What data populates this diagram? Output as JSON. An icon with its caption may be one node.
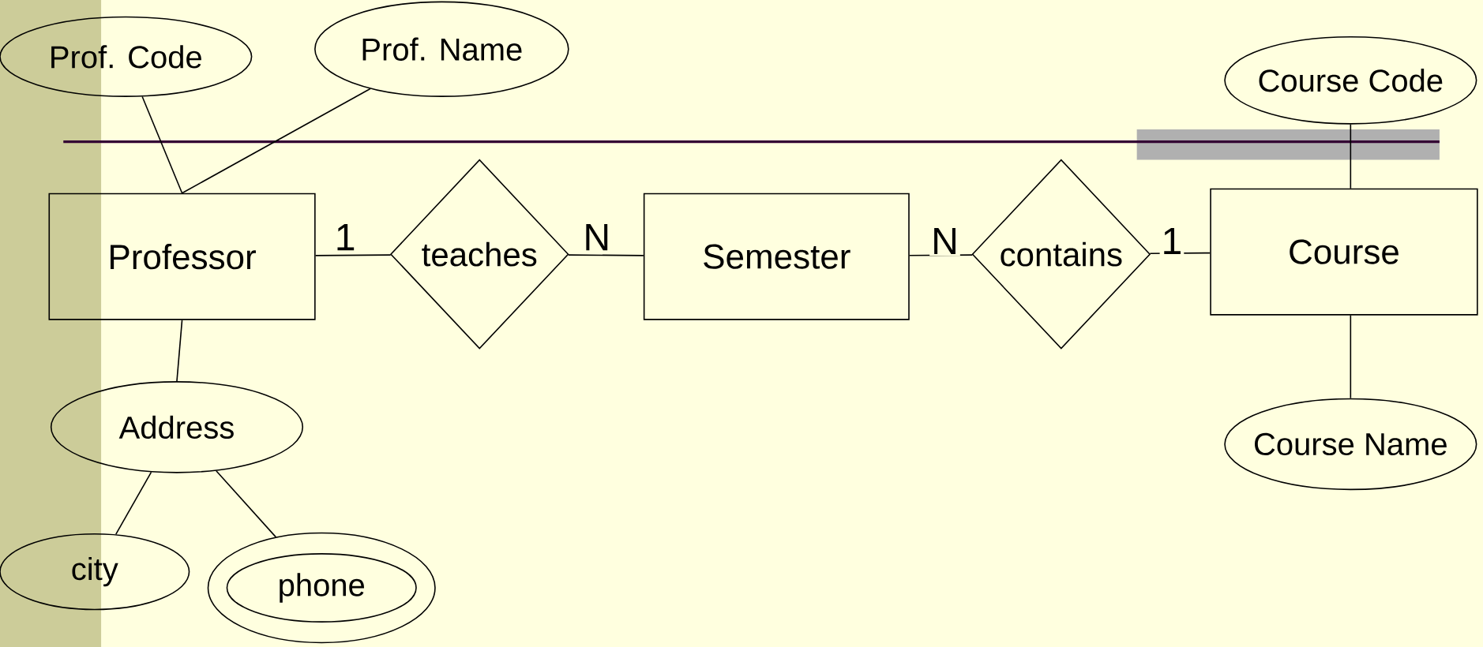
{
  "diagram": {
    "nodes": [
      {
        "text": [
          "Prof. Code"
        ]
      },
      {
        "text": [
          "Prof. Name"
        ]
      },
      {
        "text": [
          "Course Code"
        ]
      },
      {
        "text": [
          "Professor"
        ]
      },
      {
        "text": [
          "teaches"
        ]
      },
      {
        "text": [
          "Semester"
        ]
      },
      {
        "text": [
          "contains"
        ]
      },
      {
        "text": [
          "Course"
        ]
      },
      {
        "text": [
          "Address"
        ]
      },
      {
        "text": [
          "Course Name"
        ]
      },
      {
        "text": [
          "city"
        ]
      },
      {
        "text": [
          "phone"
        ]
      }
    ],
    "edges": [
      {
        "from": 0,
        "to": 3,
        "arrow": "none"
      },
      {
        "from": 1,
        "to": 3,
        "arrow": "none"
      },
      {
        "from": 3,
        "to": 4,
        "arrow": "none",
        "label": "1"
      },
      {
        "from": 4,
        "to": 5,
        "arrow": "none",
        "label": "N"
      },
      {
        "from": 5,
        "to": 6,
        "arrow": "none",
        "label": "N"
      },
      {
        "from": 6,
        "to": 7,
        "arrow": "none",
        "label": "1"
      },
      {
        "from": 2,
        "to": 7,
        "arrow": "none"
      },
      {
        "from": 3,
        "to": 8,
        "arrow": "none"
      },
      {
        "from": 7,
        "to": 9,
        "arrow": "none"
      },
      {
        "from": 8,
        "to": 10,
        "arrow": "none"
      },
      {
        "from": 8,
        "to": 11,
        "arrow": "none"
      }
    ]
  }
}
